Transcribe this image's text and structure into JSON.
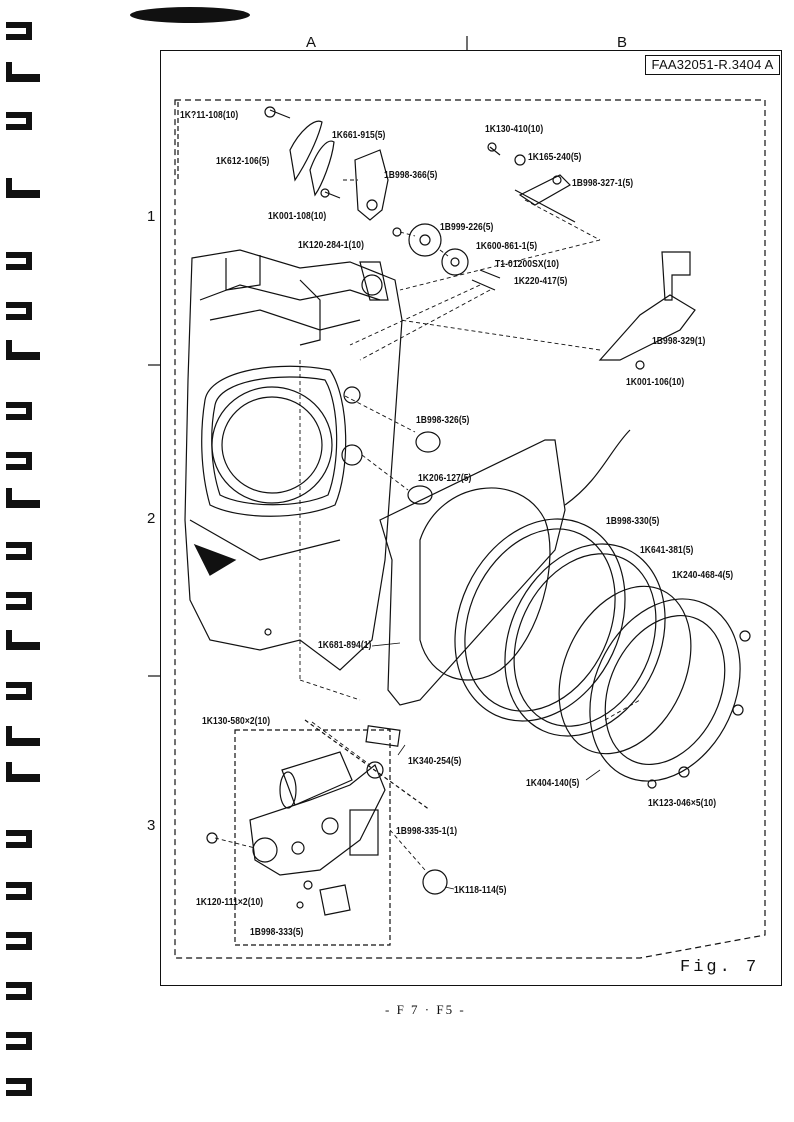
{
  "sheet": {
    "doc_id": "FAA32051-R.3404 A",
    "figure_label": "Fig. 7",
    "footer_text": "- F 7 · F5 -",
    "grid_columns": [
      "A",
      "B"
    ],
    "grid_rows": [
      "1",
      "2",
      "3"
    ]
  },
  "parts": [
    {
      "id": "p01",
      "label": "1K?11-108(10)"
    },
    {
      "id": "p02",
      "label": "1K661-915(5)"
    },
    {
      "id": "p03",
      "label": "1K612-106(5)"
    },
    {
      "id": "p04",
      "label": "1B998-366(5)"
    },
    {
      "id": "p05",
      "label": "1K001-108(10)"
    },
    {
      "id": "p06",
      "label": "1K130-410(10)"
    },
    {
      "id": "p07",
      "label": "1K165-240(5)"
    },
    {
      "id": "p08",
      "label": "1B998-327-1(5)"
    },
    {
      "id": "p09",
      "label": "1B999-226(5)"
    },
    {
      "id": "p10",
      "label": "1K120-284-1(10)"
    },
    {
      "id": "p11",
      "label": "1K600-861-1(5)"
    },
    {
      "id": "p12",
      "label": "T1-01200SX(10)"
    },
    {
      "id": "p13",
      "label": "1K220-417(5)"
    },
    {
      "id": "p14",
      "label": "1B998-329(1)"
    },
    {
      "id": "p15",
      "label": "1K001-106(10)"
    },
    {
      "id": "p16",
      "label": "1B998-326(5)"
    },
    {
      "id": "p17",
      "label": "1K206-127(5)"
    },
    {
      "id": "p18",
      "label": "1B998-330(5)"
    },
    {
      "id": "p19",
      "label": "1K641-381(5)"
    },
    {
      "id": "p20",
      "label": "1K240-468-4(5)"
    },
    {
      "id": "p21",
      "label": "1K681-894(1)"
    },
    {
      "id": "p22",
      "label": "1K130-580×2(10)"
    },
    {
      "id": "p23",
      "label": "1K340-254(5)"
    },
    {
      "id": "p24",
      "label": "1K404-140(5)"
    },
    {
      "id": "p25",
      "label": "1K123-046×5(10)"
    },
    {
      "id": "p26",
      "label": "1B998-335-1(1)"
    },
    {
      "id": "p27",
      "label": "1K118-114(5)"
    },
    {
      "id": "p28",
      "label": "1K120-111×2(10)"
    },
    {
      "id": "p29",
      "label": "1B998-333(5)"
    }
  ]
}
